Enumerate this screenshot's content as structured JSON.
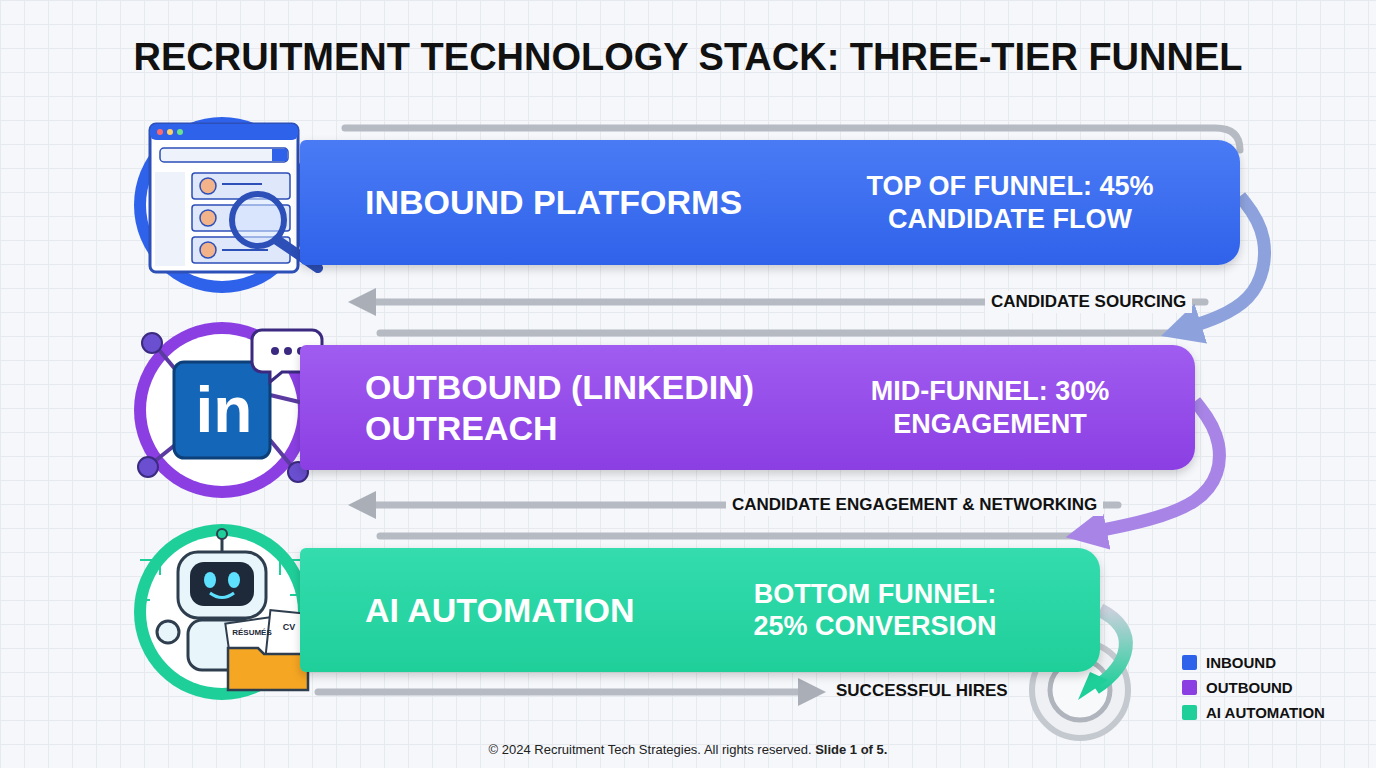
{
  "diagram": {
    "title": "RECRUITMENT TECHNOLOGY STACK: THREE-TIER FUNNEL",
    "nodes": [
      {
        "text": [
          "INBOUND PLATFORMS",
          "TOP OF FUNNEL: 45% CANDIDATE FLOW"
        ]
      },
      {
        "text": [
          "OUTBOUND (LINKEDIN) OUTREACH",
          "MID-FUNNEL: 30% ENGAGEMENT"
        ]
      },
      {
        "text": [
          "AI AUTOMATION",
          "BOTTOM FUNNEL: 25% CONVERSION"
        ]
      }
    ],
    "edges": [
      {
        "from": 0,
        "to": 1,
        "arrow": "to",
        "label": "CANDIDATE SOURCING"
      },
      {
        "from": 1,
        "to": 2,
        "arrow": "to",
        "label": "CANDIDATE ENGAGEMENT & NETWORKING"
      }
    ],
    "labels": [
      "in",
      "RÉSUMÉS",
      "CV",
      "SUCCESSFUL HIRES",
      "© 2024 Recruitment Tech Strategies. All rights reserved.",
      "Slide 1 of 5."
    ],
    "legend": [
      {
        "text": "INBOUND",
        "color": "#2f62ea"
      },
      {
        "text": "OUTBOUND",
        "color": "#8b3fe3"
      },
      {
        "text": "AI AUTOMATION",
        "color": "#1fcf9a"
      }
    ]
  }
}
